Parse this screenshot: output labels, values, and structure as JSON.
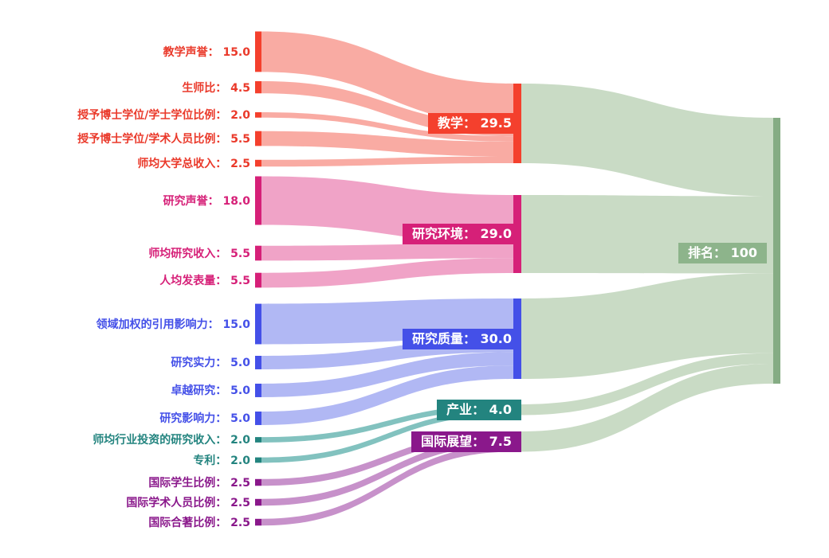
{
  "chart_data": {
    "type": "sankey",
    "title": "",
    "separator": "：",
    "value_format": "one_decimal",
    "background_color": "#ffffff",
    "target": {
      "id": "rank",
      "label": "排名",
      "value": 100,
      "display_value": "100",
      "node_color": "#85ac84",
      "label_box_color": "#8db48b",
      "flow_color": "#c9dbc5",
      "label_text_color": "#ffffff"
    },
    "groups": [
      {
        "id": "teaching",
        "label": "教学",
        "value": 29.5,
        "display_value": "29.5",
        "node_color": "#f4402d",
        "flow_color": "#f9aba3",
        "text_color": "#ea392a",
        "sources": [
          {
            "label": "教学声誉",
            "value": 15.0,
            "display_value": "15.0"
          },
          {
            "label": "生师比",
            "value": 4.5,
            "display_value": "4.5"
          },
          {
            "label": "授予博士学位/学士学位比例",
            "value": 2.0,
            "display_value": "2.0"
          },
          {
            "label": "授予博士学位/学术人员比例",
            "value": 5.5,
            "display_value": "5.5"
          },
          {
            "label": "师均大学总收入",
            "value": 2.5,
            "display_value": "2.5"
          }
        ]
      },
      {
        "id": "research-environment",
        "label": "研究环境",
        "value": 29.0,
        "display_value": "29.0",
        "node_color": "#d62078",
        "flow_color": "#f0a3c7",
        "text_color": "#d62078",
        "sources": [
          {
            "label": "研究声誉",
            "value": 18.0,
            "display_value": "18.0"
          },
          {
            "label": "师均研究收入",
            "value": 5.5,
            "display_value": "5.5"
          },
          {
            "label": "人均发表量",
            "value": 5.5,
            "display_value": "5.5"
          }
        ]
      },
      {
        "id": "research-quality",
        "label": "研究质量",
        "value": 30.0,
        "display_value": "30.0",
        "node_color": "#4450e8",
        "flow_color": "#b1b8f4",
        "text_color": "#4450e8",
        "sources": [
          {
            "label": "领域加权的引用影响力",
            "value": 15.0,
            "display_value": "15.0"
          },
          {
            "label": "研究实力",
            "value": 5.0,
            "display_value": "5.0"
          },
          {
            "label": "卓越研究",
            "value": 5.0,
            "display_value": "5.0"
          },
          {
            "label": "研究影响力",
            "value": 5.0,
            "display_value": "5.0"
          }
        ]
      },
      {
        "id": "industry",
        "label": "产业",
        "value": 4.0,
        "display_value": "4.0",
        "node_color": "#23847f",
        "flow_color": "#82c2bf",
        "text_color": "#23847f",
        "sources": [
          {
            "label": "师均行业投资的研究收入",
            "value": 2.0,
            "display_value": "2.0"
          },
          {
            "label": "专利",
            "value": 2.0,
            "display_value": "2.0"
          }
        ]
      },
      {
        "id": "international-outlook",
        "label": "国际展望",
        "value": 7.5,
        "display_value": "7.5",
        "node_color": "#8a188b",
        "flow_color": "#c791ca",
        "text_color": "#8a188b",
        "sources": [
          {
            "label": "国际学生比例",
            "value": 2.5,
            "display_value": "2.5"
          },
          {
            "label": "国际学术人员比例",
            "value": 2.5,
            "display_value": "2.5"
          },
          {
            "label": "国际合著比例",
            "value": 2.5,
            "display_value": "2.5"
          }
        ]
      }
    ]
  }
}
